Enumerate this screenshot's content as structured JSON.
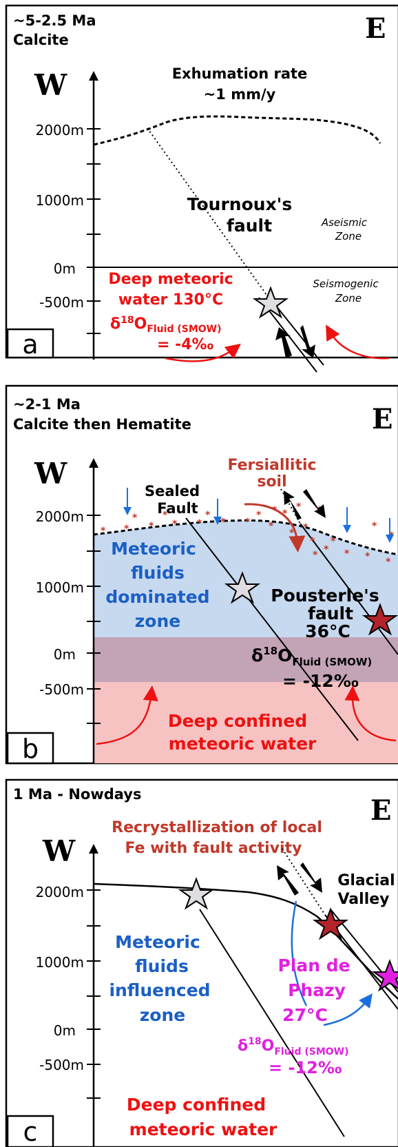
{
  "colors": {
    "red": "#ee1111",
    "dark_red": "#c0392b",
    "blue": "#1a5fc4",
    "magenta": "#e020e0",
    "meteoric_zone": "#c7d9ef",
    "mixed_zone": "#c3a4b6",
    "deep_zone": "#f6c2c2",
    "grey_star": "#e0dde2",
    "red_star": "#b3242a"
  },
  "panel_a": {
    "period": "~5-2.5 Ma",
    "mineral": "Calcite",
    "east": "E",
    "west": "W",
    "label": "a",
    "exhumation_1": "Exhumation rate",
    "exhumation_2": "~1 mm/y",
    "fault_1": "Tournoux's",
    "fault_2": "fault",
    "aseismic_1": "Aseismic",
    "aseismic_2": "Zone",
    "seismo_1": "Seismogenic",
    "seismo_2": "Zone",
    "deep_1": "Deep meteoric",
    "deep_2": "water 130°C",
    "delta": "δ",
    "delta_sup": "18",
    "delta_o": "O",
    "delta_sub": "Fluid (SMOW)",
    "delta_value": "= -4‰",
    "y_2000": "2000m",
    "y_1000": "1000m",
    "y_0": "0m",
    "y_500": "-500m"
  },
  "panel_b": {
    "period": "~2-1 Ma",
    "mineral": "Calcite then Hematite",
    "east": "E",
    "west": "W",
    "label": "b",
    "soil_1": "Fersiallitic",
    "soil_2": "soil",
    "sealed_1": "Sealed",
    "sealed_2": "Fault",
    "met_1": "Meteoric",
    "met_2": "fluids",
    "met_3": "dominated",
    "met_4": "zone",
    "pous_1": "Pousterle's",
    "pous_2": "fault",
    "pous_3": "36°C",
    "delta": "δ",
    "delta_sup": "18",
    "delta_o": "O",
    "delta_sub": "Fluid (SMOW)",
    "delta_value": "= -12‰",
    "deep_1": "Deep confined",
    "deep_2": "meteoric water",
    "y_2000": "2000m",
    "y_1000": "1000m",
    "y_0": "0m",
    "y_500": "-500m"
  },
  "panel_c": {
    "period": "1 Ma - Nowdays",
    "east": "E",
    "west": "W",
    "label": "c",
    "recr_1": "Recrystallization of local",
    "recr_2": "Fe with fault activity",
    "glacial_1": "Glacial",
    "glacial_2": "Valley",
    "met_1": "Meteoric",
    "met_2": "fluids",
    "met_3": "influenced",
    "met_4": "zone",
    "plan_1": "Plan de",
    "plan_2": "Phazy",
    "plan_3": "27°C",
    "delta": "δ",
    "delta_sup": "18",
    "delta_o": "O",
    "delta_sub": "Fluid (SMOW)",
    "delta_value": "= -12‰",
    "deep_1": "Deep confined",
    "deep_2": "meteoric water",
    "y_2000": "2000m",
    "y_1000": "1000m",
    "y_0": "0m",
    "y_500": "-500m"
  }
}
